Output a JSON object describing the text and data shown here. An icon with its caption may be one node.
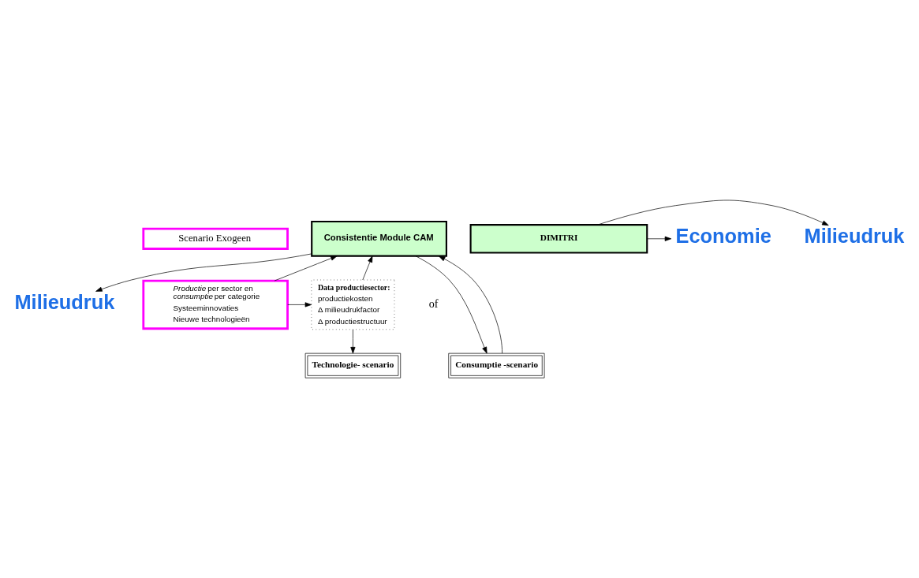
{
  "diagram": {
    "nodes": [
      {
        "text": [
          "Scenario Exogeen"
        ]
      },
      {
        "text": [
          "*Productie* per sector en *consumptie* per categorie",
          "Systeeminnovaties",
          "Nieuwe technologieën"
        ]
      },
      {
        "text": [
          "Data productiesector:",
          "productiekosten",
          "Δ milieudrukfactor",
          "Δ productiestructuur"
        ]
      },
      {
        "text": [
          "Consistentie Module CAM"
        ]
      },
      {
        "text": [
          "Milieudruk"
        ]
      },
      {
        "text": [
          "Technologie- scenario"
        ]
      },
      {
        "text": [
          "Consumptie -scenario"
        ]
      },
      {
        "text": [
          "DIMITRI"
        ]
      },
      {
        "text": [
          "Milieudruk"
        ]
      },
      {
        "text": [
          "Economie"
        ]
      }
    ],
    "edges": [
      {
        "from": 1,
        "to": 3,
        "arrow": "to"
      },
      {
        "from": 1,
        "to": 2,
        "arrow": "to"
      },
      {
        "from": 2,
        "to": 3,
        "arrow": "to"
      },
      {
        "from": 2,
        "to": 5,
        "arrow": "to"
      },
      {
        "from": 3,
        "to": 6,
        "arrow": "to"
      },
      {
        "from": 6,
        "to": 3,
        "arrow": "to"
      },
      {
        "from": 3,
        "to": 4,
        "arrow": "to"
      },
      {
        "from": 7,
        "to": 8,
        "arrow": "to"
      },
      {
        "from": 7,
        "to": 9,
        "arrow": "to"
      }
    ],
    "labels": [
      "of"
    ]
  }
}
